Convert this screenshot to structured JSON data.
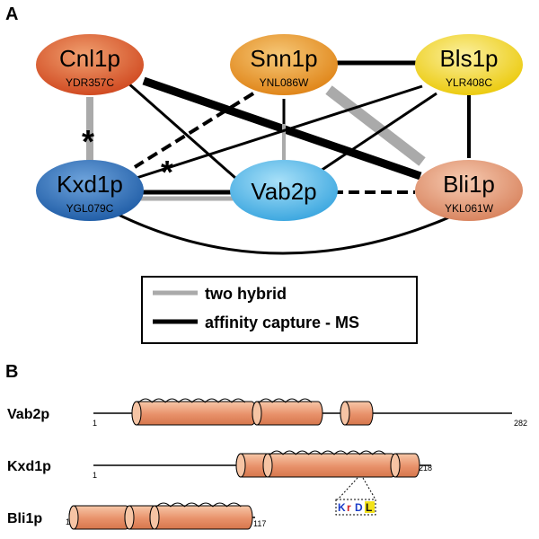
{
  "panel_a": {
    "label": "A",
    "nodes": [
      {
        "key": "cnl1p",
        "name": "Cnl1p",
        "orf": "YDR357C",
        "color": "#d95a2b"
      },
      {
        "key": "snn1p",
        "name": "Snn1p",
        "orf": "YNL086W",
        "color": "#e8941e"
      },
      {
        "key": "bls1p",
        "name": "Bls1p",
        "orf": "YLR408C",
        "color": "#f2d21a"
      },
      {
        "key": "kxd1p",
        "name": "Kxd1p",
        "orf": "YGL079C",
        "color": "#2f6fb6"
      },
      {
        "key": "vab2p",
        "name": "Vab2p",
        "orf": "",
        "color": "#4fb5e6"
      },
      {
        "key": "bli1p",
        "name": "Bli1p",
        "orf": "YKL061W",
        "color": "#e2906a"
      }
    ],
    "edges": [
      {
        "from": "cnl1p",
        "to": "kxd1p",
        "kind": "two-hybrid",
        "weight": "medium",
        "starred": true
      },
      {
        "from": "cnl1p",
        "to": "vab2p",
        "kind": "affinity-capture-ms",
        "weight": "thin"
      },
      {
        "from": "cnl1p",
        "to": "bli1p",
        "kind": "affinity-capture-ms",
        "weight": "thick"
      },
      {
        "from": "snn1p",
        "to": "bls1p",
        "kind": "affinity-capture-ms",
        "weight": "medium"
      },
      {
        "from": "snn1p",
        "to": "kxd1p",
        "kind": "affinity-capture-ms",
        "weight": "thin",
        "dashed": true
      },
      {
        "from": "snn1p",
        "to": "vab2p",
        "kind": "affinity-capture-ms + two-hybrid",
        "weight": "thin"
      },
      {
        "from": "snn1p",
        "to": "bli1p",
        "kind": "two-hybrid",
        "weight": "thick"
      },
      {
        "from": "bls1p",
        "to": "kxd1p",
        "kind": "affinity-capture-ms",
        "weight": "thin",
        "starred": true
      },
      {
        "from": "bls1p",
        "to": "vab2p",
        "kind": "affinity-capture-ms",
        "weight": "thin"
      },
      {
        "from": "bls1p",
        "to": "bli1p",
        "kind": "affinity-capture-ms",
        "weight": "thin"
      },
      {
        "from": "kxd1p",
        "to": "vab2p",
        "kind": "affinity-capture-ms + two-hybrid",
        "weight": "medium"
      },
      {
        "from": "vab2p",
        "to": "bli1p",
        "kind": "affinity-capture-ms",
        "weight": "thin",
        "dashed": true
      },
      {
        "from": "kxd1p",
        "to": "bli1p",
        "kind": "affinity-capture-ms",
        "weight": "thin",
        "curved": true
      }
    ],
    "star_symbol": "*",
    "legend": {
      "two_hybrid": "two hybrid",
      "affinity": "affinity capture - MS",
      "two_hybrid_color": "#aaaaaa",
      "affinity_color": "#000000"
    }
  },
  "panel_b": {
    "label": "B",
    "helix_color": "#e8916a",
    "proteins": [
      {
        "key": "vab2p",
        "name": "Vab2p",
        "start": "1",
        "end": "282"
      },
      {
        "key": "kxd1p",
        "name": "Kxd1p",
        "start": "1",
        "end": "218"
      },
      {
        "key": "bli1p",
        "name": "Bli1p",
        "start": "1",
        "end": "117"
      }
    ],
    "motif": {
      "letters": [
        "K",
        "r",
        "D",
        "L"
      ],
      "colors": [
        "#1a3cc8",
        "#d42020",
        "#1a3cc8",
        "#111111"
      ],
      "bg": [
        "#ffffff",
        "#ffffff",
        "#ffffff",
        "#f2e21a"
      ]
    }
  }
}
